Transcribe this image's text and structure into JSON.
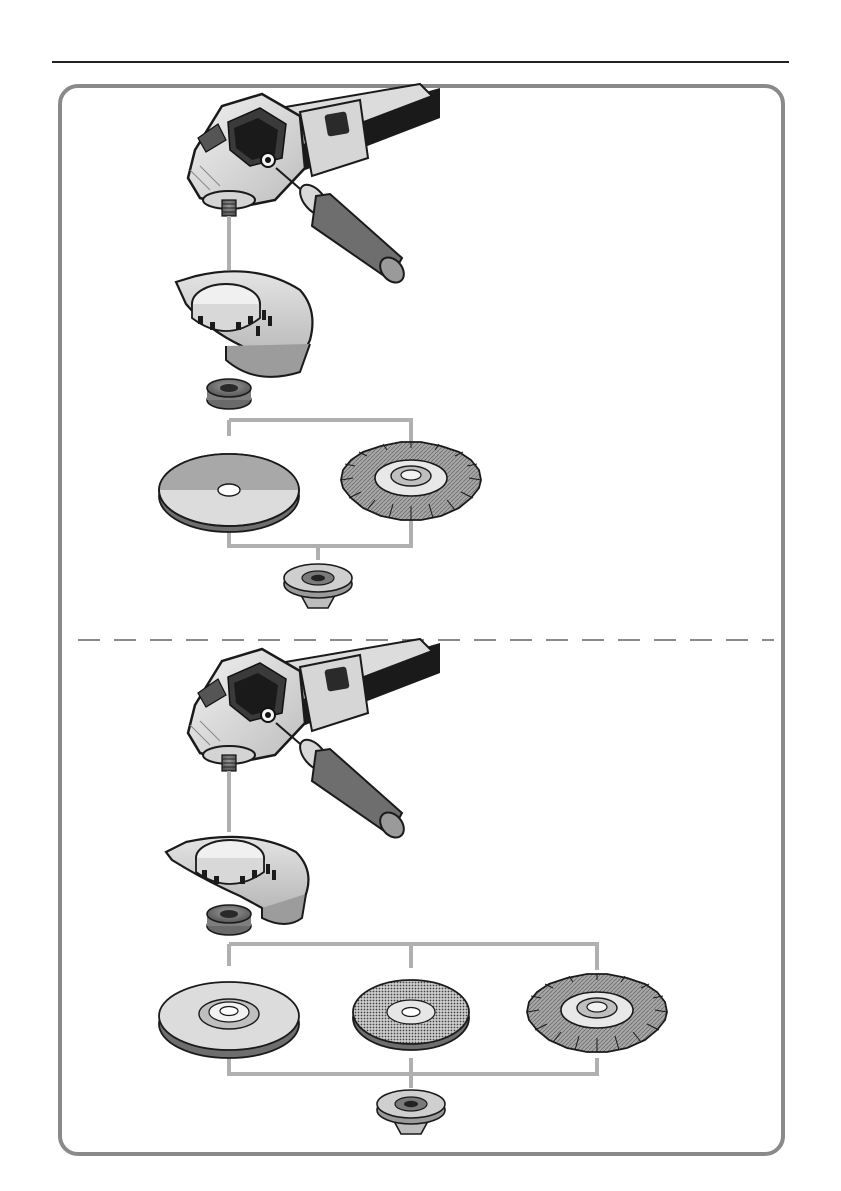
{
  "figure": {
    "sections": [
      {
        "id": "section-1",
        "components": [
          "angle-grinder",
          "side-handle",
          "protection-guard",
          "mounting-flange",
          "cutting-disc",
          "knotted-wire-wheel",
          "clamping-nut"
        ]
      },
      {
        "id": "section-2",
        "components": [
          "angle-grinder",
          "side-handle",
          "protection-guard",
          "mounting-flange",
          "grinding-disc",
          "flap-disc",
          "knotted-wire-wheel",
          "clamping-nut"
        ]
      }
    ],
    "colors": {
      "frame": "#8a8a8a",
      "connector": "#b0b0b0",
      "divider": "#8a8a8a",
      "disc_dark": "#a8a8a8",
      "disc_light": "#dcdcdc",
      "outline": "#1a1a1a"
    }
  }
}
